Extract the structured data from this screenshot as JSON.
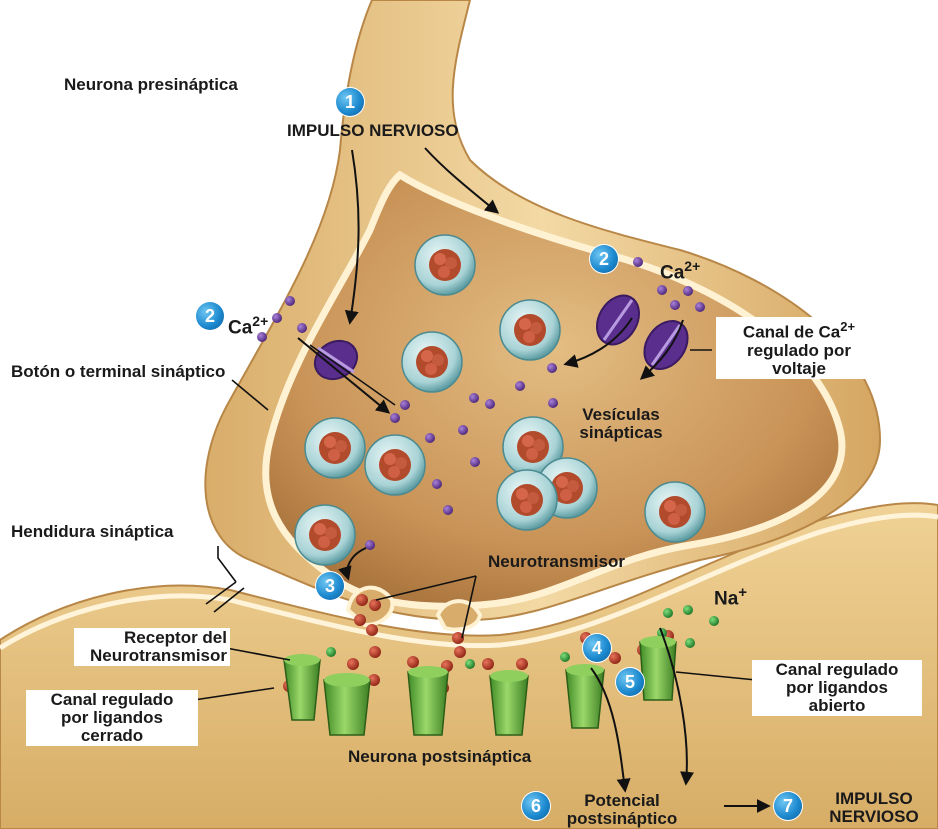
{
  "labels": {
    "presynaptic_neuron": "Neurona presináptica",
    "nerve_impulse_top": "IMPULSO NERVIOSO",
    "ca_left": "Ca",
    "ca_right": "Ca",
    "ca_superscript": "2+",
    "terminal_button": "Botón o terminal sináptico",
    "ca_channel_l1": "Canal de Ca",
    "ca_channel_l2": "regulado por",
    "ca_channel_l3": "voltaje",
    "vesicles_l1": "Vesículas",
    "vesicles_l2": "sinápticas",
    "synaptic_cleft": "Hendidura sináptica",
    "neurotransmitter": "Neurotransmisor",
    "na": "Na",
    "na_superscript": "+",
    "receptor_l1": "Receptor del",
    "receptor_l2": "Neurotransmisor",
    "open_channel_l1": "Canal regulado",
    "open_channel_l2": "por ligandos",
    "open_channel_l3": "abierto",
    "closed_channel_l1": "Canal regulado",
    "closed_channel_l2": "por ligandos",
    "closed_channel_l3": "cerrado",
    "postsynaptic_neuron": "Neurona postsináptica",
    "psp_l1": "Potencial",
    "psp_l2": "postsináptico",
    "nerve_impulse_end_l1": "IMPULSO",
    "nerve_impulse_end_l2": "NERVIOSO"
  },
  "steps": {
    "s1": "1",
    "s2a": "2",
    "s2b": "2",
    "s3": "3",
    "s4": "4",
    "s5": "5",
    "s6": "6",
    "s7": "7"
  },
  "colors": {
    "membrane": "#e8c585",
    "cytoplasm": "#c9985a",
    "step_badge": "#1d8ad0",
    "calcium": "#6a3fa0",
    "neurotransmitter": "#b8321f",
    "sodium": "#2f9a3a",
    "receptor": "#6ab83c",
    "ca_channel": "#5a2e8c"
  }
}
